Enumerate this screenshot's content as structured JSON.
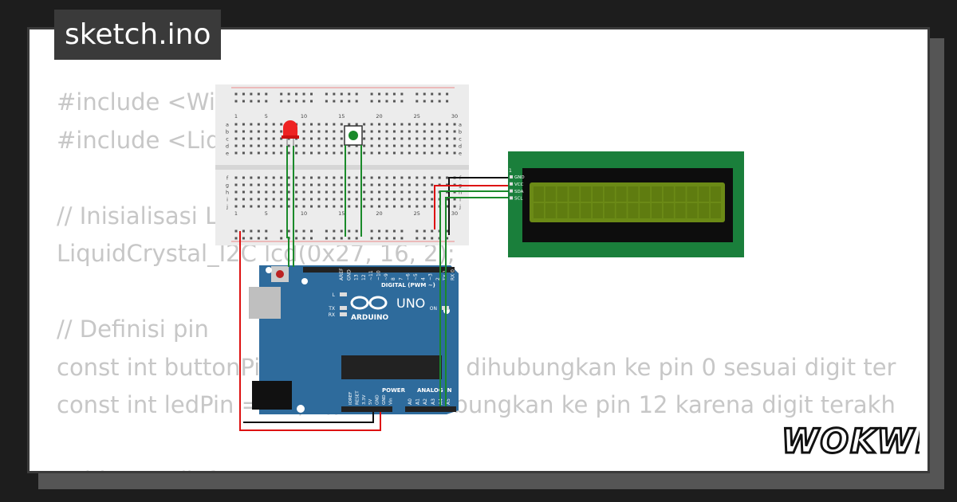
{
  "tab": {
    "title": "sketch.ino"
  },
  "code_lines": [
    "#include <Wire.h>",
    "#include <LiquidCrystal_I2C.h>",
    "",
    "// Inisialisasi LCD I2C",
    "LiquidCrystal_I2C lcd(0x27, 16, 2);",
    "",
    "// Definisi pin",
    "const int buttonPin = 0;   // Tombol dihubungkan ke pin 0 sesuai digit ter",
    "const int ledPin = 12;   // LED dihubungkan ke pin 12 karena digit terakh",
    "",
    "void setup() {"
  ],
  "breadboard": {
    "column_numbers": [
      "1",
      "5",
      "10",
      "15",
      "20",
      "25",
      "30"
    ],
    "row_letters_top": [
      "a",
      "b",
      "c",
      "d",
      "e"
    ],
    "row_letters_bottom": [
      "f",
      "g",
      "h",
      "i",
      "j"
    ]
  },
  "lcd": {
    "pin_header": "1",
    "pins": [
      "GND",
      "VCC",
      "SDA",
      "SCL"
    ]
  },
  "arduino": {
    "model": "UNO",
    "brand": "ARDUINO",
    "digital_label": "DIGITAL (PWM ~)",
    "power_label": "POWER",
    "analog_label": "ANALOG IN",
    "top_pins": [
      "AREF",
      "GND",
      "13",
      "12",
      "~11",
      "~10",
      "~9",
      "8",
      "7",
      "~6",
      "~5",
      "4",
      "~3",
      "2",
      "TX 1",
      "RX 0"
    ],
    "power_pins": [
      "IOREF",
      "RESET",
      "3.3V",
      "5V",
      "GND",
      "GND",
      "Vin"
    ],
    "analog_pins": [
      "A0",
      "A1",
      "A2",
      "A3",
      "A4",
      "A5"
    ],
    "led_labels": [
      "L",
      "TX",
      "RX",
      "ON"
    ]
  },
  "logo": {
    "text": "WOKWi"
  },
  "colors": {
    "board_blue": "#2e6b9c",
    "lcd_pcb": "#1a7f3b",
    "lcd_screen": "#6b8a16",
    "wire_red": "#d11",
    "wire_black": "#111",
    "wire_green": "#1a8a2a"
  }
}
